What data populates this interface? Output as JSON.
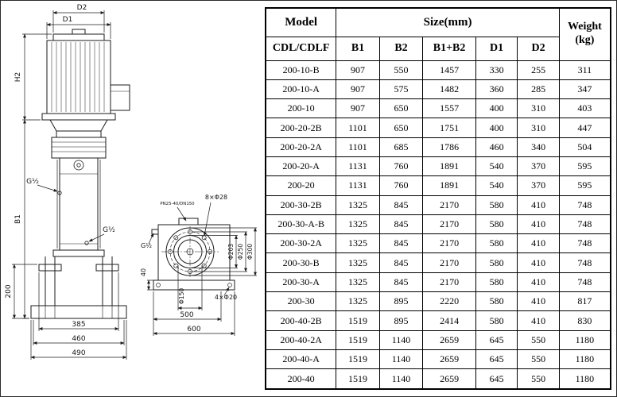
{
  "colors": {
    "line": "#1b1b1b",
    "background": "#ffffff"
  },
  "table": {
    "header": {
      "model": "Model",
      "model_sub": "CDL/CDLF",
      "size_group": "Size(mm)",
      "size_cols": [
        "B1",
        "B2",
        "B1+B2",
        "D1",
        "D2"
      ],
      "weight": "Weight",
      "weight_unit": "(kg)"
    },
    "rows": [
      {
        "model": "200-10-B",
        "b1": "907",
        "b2": "550",
        "b1b2": "1457",
        "d1": "330",
        "d2": "255",
        "weight": "311"
      },
      {
        "model": "200-10-A",
        "b1": "907",
        "b2": "575",
        "b1b2": "1482",
        "d1": "360",
        "d2": "285",
        "weight": "347"
      },
      {
        "model": "200-10",
        "b1": "907",
        "b2": "650",
        "b1b2": "1557",
        "d1": "400",
        "d2": "310",
        "weight": "403"
      },
      {
        "model": "200-20-2B",
        "b1": "1101",
        "b2": "650",
        "b1b2": "1751",
        "d1": "400",
        "d2": "310",
        "weight": "447"
      },
      {
        "model": "200-20-2A",
        "b1": "1101",
        "b2": "685",
        "b1b2": "1786",
        "d1": "460",
        "d2": "340",
        "weight": "504"
      },
      {
        "model": "200-20-A",
        "b1": "1131",
        "b2": "760",
        "b1b2": "1891",
        "d1": "540",
        "d2": "370",
        "weight": "595"
      },
      {
        "model": "200-20",
        "b1": "1131",
        "b2": "760",
        "b1b2": "1891",
        "d1": "540",
        "d2": "370",
        "weight": "595"
      },
      {
        "model": "200-30-2B",
        "b1": "1325",
        "b2": "845",
        "b1b2": "2170",
        "d1": "580",
        "d2": "410",
        "weight": "748"
      },
      {
        "model": "200-30-A-B",
        "b1": "1325",
        "b2": "845",
        "b1b2": "2170",
        "d1": "580",
        "d2": "410",
        "weight": "748"
      },
      {
        "model": "200-30-2A",
        "b1": "1325",
        "b2": "845",
        "b1b2": "2170",
        "d1": "580",
        "d2": "410",
        "weight": "748"
      },
      {
        "model": "200-30-B",
        "b1": "1325",
        "b2": "845",
        "b1b2": "2170",
        "d1": "580",
        "d2": "410",
        "weight": "748"
      },
      {
        "model": "200-30-A",
        "b1": "1325",
        "b2": "845",
        "b1b2": "2170",
        "d1": "580",
        "d2": "410",
        "weight": "748"
      },
      {
        "model": "200-30",
        "b1": "1325",
        "b2": "895",
        "b1b2": "2220",
        "d1": "580",
        "d2": "410",
        "weight": "817"
      },
      {
        "model": "200-40-2B",
        "b1": "1519",
        "b2": "895",
        "b1b2": "2414",
        "d1": "580",
        "d2": "410",
        "weight": "830"
      },
      {
        "model": "200-40-2A",
        "b1": "1519",
        "b2": "1140",
        "b1b2": "2659",
        "d1": "645",
        "d2": "550",
        "weight": "1180"
      },
      {
        "model": "200-40-A",
        "b1": "1519",
        "b2": "1140",
        "b1b2": "2659",
        "d1": "645",
        "d2": "550",
        "weight": "1180"
      },
      {
        "model": "200-40",
        "b1": "1519",
        "b2": "1140",
        "b1b2": "2659",
        "d1": "645",
        "d2": "550",
        "weight": "1180"
      }
    ]
  },
  "drawing": {
    "labels": {
      "d2": "D2",
      "d1": "D1",
      "h2": "H2",
      "b1": "B1",
      "g_half": "G½",
      "dim_200": "200",
      "dim_385": "385",
      "dim_460": "460",
      "dim_490": "490",
      "flange_spec": "PN25-40/DN150",
      "bolt_8": "8×Φ28",
      "phi_203": "Φ203",
      "phi_250": "Φ250",
      "phi_300": "Φ300",
      "phi_150": "Φ150",
      "bolt_4": "4×Φ20",
      "dim_40": "40",
      "dim_500": "500",
      "dim_600": "600"
    }
  }
}
